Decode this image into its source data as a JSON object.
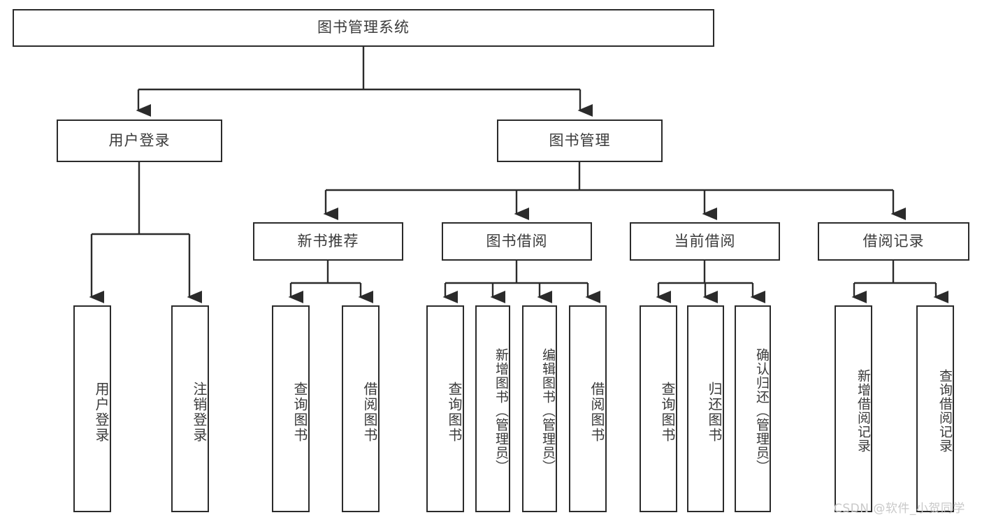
{
  "diagram": {
    "type": "tree-hierarchy-chart",
    "title": "图书管理系统",
    "watermark": "CSDN @软件_小贺同学",
    "colors": {
      "border": "#2b2b2b",
      "text": "#3a3a3a",
      "background": "#ffffff",
      "watermark": "#c9c9c9"
    },
    "levels": {
      "root": {
        "label": "图书管理系统"
      },
      "level2": [
        {
          "label": "用户登录"
        },
        {
          "label": "图书管理"
        }
      ],
      "level3": [
        {
          "label": "新书推荐"
        },
        {
          "label": "图书借阅"
        },
        {
          "label": "当前借阅"
        },
        {
          "label": "借阅记录"
        }
      ],
      "leaves": {
        "user_login": [
          {
            "label": "用户登录"
          },
          {
            "label": "注销登录"
          }
        ],
        "new_book_recommend": [
          {
            "label": "查询图书"
          },
          {
            "label": "借阅图书"
          }
        ],
        "book_borrow": [
          {
            "label": "查询图书"
          },
          {
            "label": "新增图书（管理员）"
          },
          {
            "label": "编辑图书（管理员）"
          },
          {
            "label": "借阅图书"
          }
        ],
        "current_borrow": [
          {
            "label": "查询图书"
          },
          {
            "label": "归还图书"
          },
          {
            "label": "确认归还（管理员）"
          }
        ],
        "borrow_record": [
          {
            "label": "新增借阅记录"
          },
          {
            "label": "查询借阅记录"
          }
        ]
      }
    }
  }
}
